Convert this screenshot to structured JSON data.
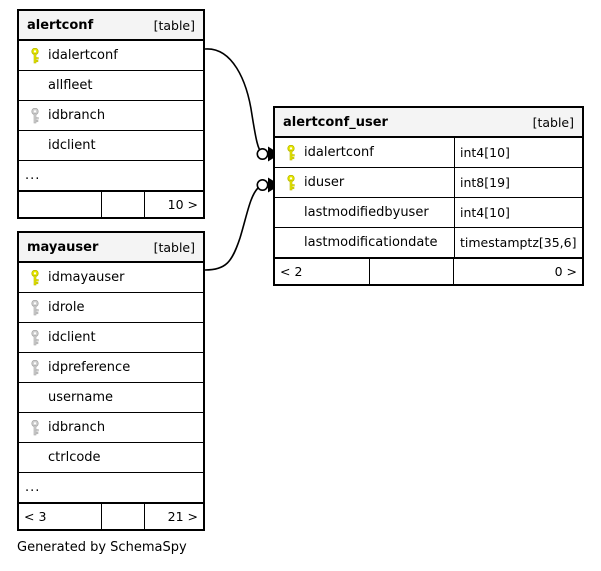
{
  "diagram": {
    "caption": "Generated by SchemaSpy",
    "table_tag": "[table]",
    "ellipsis": "...",
    "colors": {
      "primary_key": "#e8e800",
      "foreign_key": "#cccccc",
      "header_bg": "#f4f4f4",
      "border": "#000000",
      "background": "#ffffff"
    }
  },
  "tables": [
    {
      "id": "alertconf",
      "name": "alertconf",
      "tag": "[table]",
      "columns": [
        {
          "name": "idalertconf",
          "key": "primary-key-icon",
          "type": ""
        },
        {
          "name": "allfleet",
          "key": "none",
          "type": ""
        },
        {
          "name": "idbranch",
          "key": "foreign-key-icon",
          "type": ""
        },
        {
          "name": "idclient",
          "key": "none",
          "type": ""
        }
      ],
      "more_columns": "...",
      "footer": {
        "left": "",
        "middle": "",
        "right": "10 >"
      }
    },
    {
      "id": "alertconf_user",
      "name": "alertconf_user",
      "tag": "[table]",
      "columns": [
        {
          "name": "idalertconf",
          "key": "primary-key-icon",
          "type": "int4[10]"
        },
        {
          "name": "iduser",
          "key": "primary-key-icon",
          "type": "int8[19]"
        },
        {
          "name": "lastmodifiedbyuser",
          "key": "none",
          "type": "int4[10]"
        },
        {
          "name": "lastmodificationdate",
          "key": "none",
          "type": "timestamptz[35,6]"
        }
      ],
      "more_columns": "",
      "footer": {
        "left": "< 2",
        "middle": "",
        "right": "0 >"
      }
    },
    {
      "id": "mayauser",
      "name": "mayauser",
      "tag": "[table]",
      "columns": [
        {
          "name": "idmayauser",
          "key": "primary-key-icon",
          "type": ""
        },
        {
          "name": "idrole",
          "key": "foreign-key-icon",
          "type": ""
        },
        {
          "name": "idclient",
          "key": "foreign-key-icon",
          "type": ""
        },
        {
          "name": "idpreference",
          "key": "foreign-key-icon",
          "type": ""
        },
        {
          "name": "username",
          "key": "none",
          "type": ""
        },
        {
          "name": "idbranch",
          "key": "foreign-key-icon",
          "type": ""
        },
        {
          "name": "ctrlcode",
          "key": "none",
          "type": ""
        }
      ],
      "more_columns": "...",
      "footer": {
        "left": "< 3",
        "middle": "",
        "right": "21 >"
      }
    }
  ],
  "relationships": [
    {
      "id": "alertconf-to-alertconf_user",
      "from_table": "alertconf",
      "from_column": "idalertconf",
      "to_table": "alertconf_user",
      "to_column": "idalertconf",
      "endpoint_start": "circle",
      "endpoint_end": "arrowhead"
    },
    {
      "id": "mayauser-to-alertconf_user",
      "from_table": "mayauser",
      "from_column": "idmayauser",
      "to_table": "alertconf_user",
      "to_column": "iduser",
      "endpoint_start": "circle",
      "endpoint_end": "arrowhead"
    }
  ]
}
